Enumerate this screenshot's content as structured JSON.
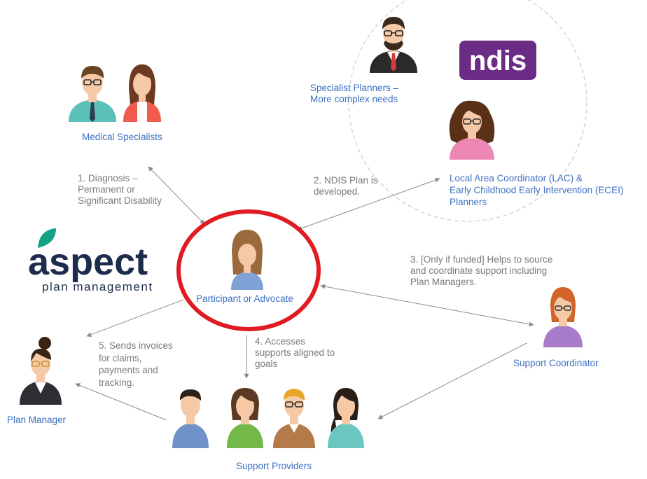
{
  "brand": {
    "name": "aspect",
    "tagline": "plan management",
    "leaf_color": "#16a085",
    "text_color": "#1d2b4c"
  },
  "ndis_logo": {
    "text": "ndis",
    "bg_color": "#6b2c85"
  },
  "center": {
    "label": "Participant or Advocate",
    "ring_color": "#e01b22"
  },
  "nodes": {
    "medical_specialists": "Medical Specialists",
    "specialist_planners": "Specialist Planners –\nMore complex needs",
    "lac_ecei": "Local Area Coordinator (LAC) &\nEarly Childhood Early Intervention (ECEI)\nPlanners",
    "support_coordinator": "Support Coordinator",
    "plan_manager": "Plan Manager",
    "support_providers": "Support Providers"
  },
  "steps": {
    "s1": "1. Diagnosis –\nPermanent or\nSignificant Disability",
    "s2": "2. NDIS Plan is\ndeveloped.",
    "s3": "3. [Only if funded] Helps to source\nand coordinate support including\nPlan Managers.",
    "s4": "4. Accesses\nsupports aligned to\ngoals",
    "s5": "5. Sends invoices\nfor claims,\npayments and\ntracking."
  },
  "colors": {
    "node_text": "#3d6fc0",
    "step_text": "#7a7a7a",
    "arrow": "#8c8c8c",
    "skin": "#f6c9a6"
  }
}
